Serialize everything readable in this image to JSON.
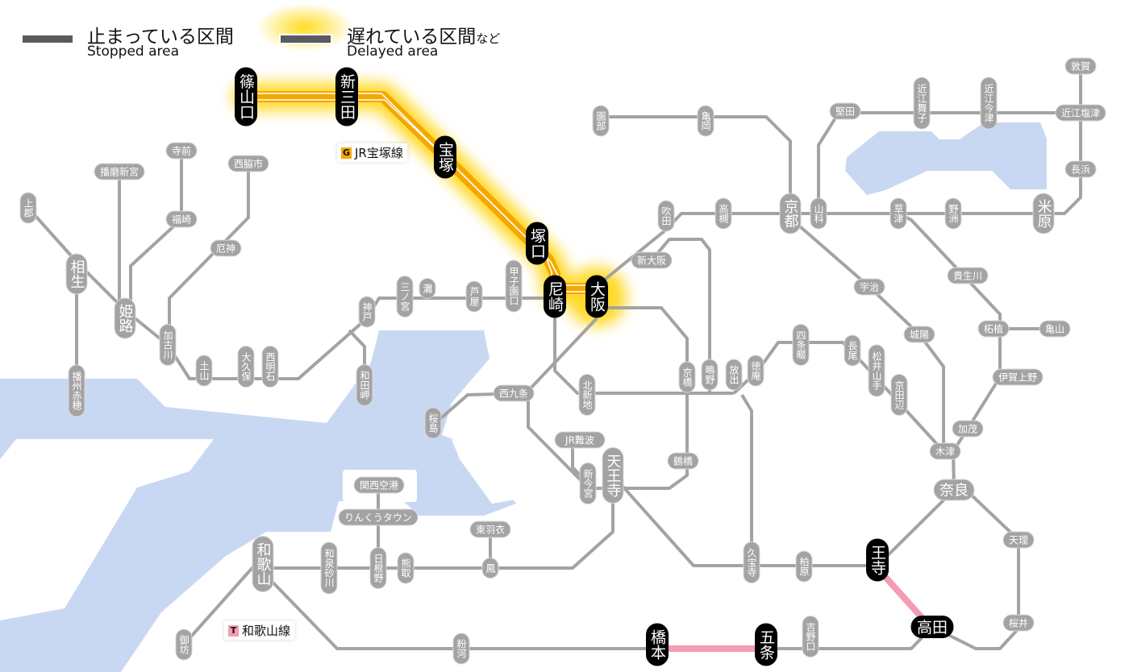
{
  "legend": {
    "stopped": {
      "jp": "止まっている区間",
      "en": "Stopped area"
    },
    "delayed": {
      "jp": "遅れている区間",
      "jp_suffix": "など",
      "en": "Delayed area"
    }
  },
  "line_badges": [
    {
      "code": "G",
      "name": "JR宝塚線",
      "color": "#f5a800",
      "status": "delayed"
    },
    {
      "code": "T",
      "name": "和歌山線",
      "color": "#f39cb4",
      "status": "stopped"
    }
  ],
  "colors": {
    "line": "#a3a3a3",
    "delayed": "#f5a800",
    "stopped_pink": "#f39cb4",
    "water": "#c9d8f2",
    "active_station": "#000000"
  },
  "stations": [
    {
      "id": "sasayamaguchi",
      "name": "篠山口",
      "active": true
    },
    {
      "id": "shinsanda",
      "name": "新三田",
      "active": true
    },
    {
      "id": "takarazuka",
      "name": "宝塚",
      "active": true
    },
    {
      "id": "tsukaguchi",
      "name": "塚口",
      "active": true
    },
    {
      "id": "amagasaki",
      "name": "尼崎",
      "active": true
    },
    {
      "id": "osaka",
      "name": "大阪",
      "active": true
    },
    {
      "id": "oji",
      "name": "王寺",
      "active": true
    },
    {
      "id": "takada",
      "name": "高田",
      "active": true
    },
    {
      "id": "hashimoto",
      "name": "橋本",
      "active": true
    },
    {
      "id": "gojo",
      "name": "五条",
      "active": true
    },
    {
      "id": "kamigori",
      "name": "上郡"
    },
    {
      "id": "aioi",
      "name": "相生"
    },
    {
      "id": "banshuako",
      "name": "播州赤穂"
    },
    {
      "id": "harimashingu",
      "name": "播磨新宮"
    },
    {
      "id": "teramae",
      "name": "寺前"
    },
    {
      "id": "fukusaki",
      "name": "福崎"
    },
    {
      "id": "nishiwaki",
      "name": "西脇市"
    },
    {
      "id": "yakujin",
      "name": "厄神"
    },
    {
      "id": "himeji",
      "name": "姫路"
    },
    {
      "id": "kakogawa",
      "name": "加古川"
    },
    {
      "id": "tsuchiyama",
      "name": "土山"
    },
    {
      "id": "okubo",
      "name": "大久保"
    },
    {
      "id": "nishiakashi",
      "name": "西明石"
    },
    {
      "id": "kobe",
      "name": "神戸"
    },
    {
      "id": "wadamisaki",
      "name": "和田岬"
    },
    {
      "id": "sannomiya",
      "name": "三ノ宮"
    },
    {
      "id": "nada",
      "name": "灘"
    },
    {
      "id": "ashiya",
      "name": "芦屋"
    },
    {
      "id": "koshienguchi",
      "name": "甲子園口"
    },
    {
      "id": "sonobe",
      "name": "園部"
    },
    {
      "id": "kameoka",
      "name": "亀岡"
    },
    {
      "id": "kyoto",
      "name": "京都"
    },
    {
      "id": "yamashina",
      "name": "山科"
    },
    {
      "id": "katata",
      "name": "堅田"
    },
    {
      "id": "omimaiko",
      "name": "近江舞子"
    },
    {
      "id": "omiimazu",
      "name": "近江今津"
    },
    {
      "id": "tsuruga",
      "name": "敦賀"
    },
    {
      "id": "omishiotsu",
      "name": "近江塩津"
    },
    {
      "id": "nagahama",
      "name": "長浜"
    },
    {
      "id": "maibara",
      "name": "米原"
    },
    {
      "id": "yasu",
      "name": "野洲"
    },
    {
      "id": "kusatsu",
      "name": "草津"
    },
    {
      "id": "takatsuki",
      "name": "高槻"
    },
    {
      "id": "suita",
      "name": "吹田"
    },
    {
      "id": "shinosaka",
      "name": "新大阪"
    },
    {
      "id": "uji",
      "name": "宇治"
    },
    {
      "id": "kibukawa",
      "name": "貴生川"
    },
    {
      "id": "joyo",
      "name": "城陽"
    },
    {
      "id": "tsuge",
      "name": "柘植"
    },
    {
      "id": "kameyama",
      "name": "亀山"
    },
    {
      "id": "igaueno",
      "name": "伊賀上野"
    },
    {
      "id": "kamo",
      "name": "加茂"
    },
    {
      "id": "kizu",
      "name": "木津"
    },
    {
      "id": "nara",
      "name": "奈良"
    },
    {
      "id": "tenri",
      "name": "天理"
    },
    {
      "id": "sakurai",
      "name": "桜井"
    },
    {
      "id": "yoshinoguchi",
      "name": "吉野口"
    },
    {
      "id": "shijonawate",
      "name": "四条畷"
    },
    {
      "id": "nagao",
      "name": "長尾"
    },
    {
      "id": "matsuiyamate",
      "name": "松井山手"
    },
    {
      "id": "kyotanabe",
      "name": "京田辺"
    },
    {
      "id": "tokuan",
      "name": "徳庵"
    },
    {
      "id": "hanaten",
      "name": "放出"
    },
    {
      "id": "shigino",
      "name": "鴫野"
    },
    {
      "id": "kyobashi",
      "name": "京橋"
    },
    {
      "id": "kitashinchi",
      "name": "北新地"
    },
    {
      "id": "nishikujo",
      "name": "西九条"
    },
    {
      "id": "sakurajima",
      "name": "桜島"
    },
    {
      "id": "jrnamba",
      "name": "JR難波"
    },
    {
      "id": "shinimamiya",
      "name": "新今宮"
    },
    {
      "id": "tennoji",
      "name": "天王寺"
    },
    {
      "id": "tsuruhashi",
      "name": "鶴橋"
    },
    {
      "id": "kyuhoji",
      "name": "久宝寺"
    },
    {
      "id": "kashiwara",
      "name": "柏原"
    },
    {
      "id": "kansaiairport",
      "name": "関西空港"
    },
    {
      "id": "rinkutown",
      "name": "りんくうタウン"
    },
    {
      "id": "higashihagoromo",
      "name": "東羽衣"
    },
    {
      "id": "otori",
      "name": "鳳"
    },
    {
      "id": "kumatori",
      "name": "熊取"
    },
    {
      "id": "hineno",
      "name": "日根野"
    },
    {
      "id": "izumisunagawa",
      "name": "和泉砂川"
    },
    {
      "id": "wakayama",
      "name": "和歌山"
    },
    {
      "id": "gobo",
      "name": "御坊"
    },
    {
      "id": "kokawa",
      "name": "粉河"
    }
  ]
}
